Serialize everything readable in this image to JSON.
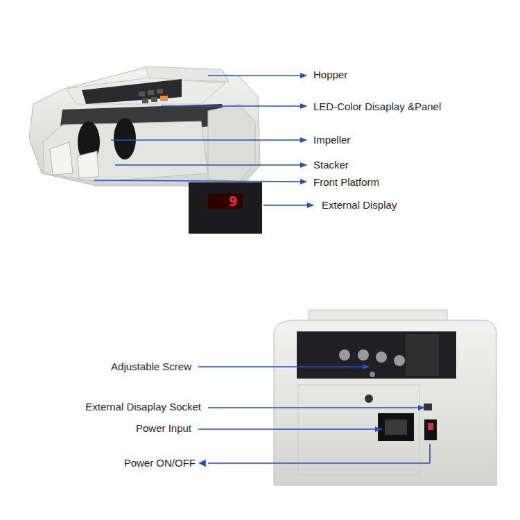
{
  "diagram": {
    "labels": [
      "Hopper",
      "LED-Color Disaplay &Panel",
      "Impeller",
      "Stacker",
      "Front Platform",
      "External Display",
      "9",
      "Adjustable Screw",
      "External Disaplay Socket",
      "Power Input",
      "Power ON/OFF"
    ]
  }
}
